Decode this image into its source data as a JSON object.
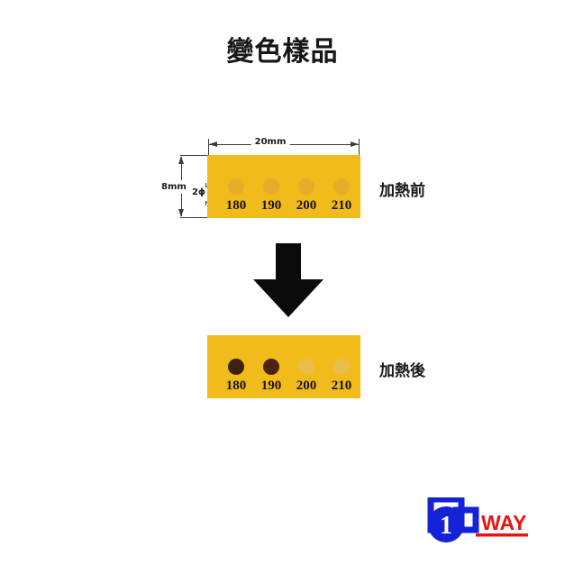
{
  "page": {
    "title": "變色樣品",
    "background_color": "#ffffff"
  },
  "colors": {
    "label_yellow": "#f0bb1b",
    "dot_unreacted": "#e3ad2a",
    "dot_reacted_dark": "#3d2010",
    "dot_reacted_dark2": "#4a2410",
    "dot_pale": "#e8be4a",
    "text_dark": "#161616",
    "dimension_line": "#3c3c3c",
    "logo_blue": "#1422d8",
    "logo_red": "#ee1111"
  },
  "dimensions": {
    "width_label": "20mm",
    "height_label": "8mm",
    "diameter_label": "2ϕ"
  },
  "strips": [
    {
      "id": "before",
      "caption": "加熱前",
      "dots": [
        {
          "temp": "180",
          "color": "#e3ad2a",
          "reacted": false
        },
        {
          "temp": "190",
          "color": "#e3ad2a",
          "reacted": false
        },
        {
          "temp": "200",
          "color": "#e3ad2a",
          "reacted": false
        },
        {
          "temp": "210",
          "color": "#e3ad2a",
          "reacted": false
        }
      ]
    },
    {
      "id": "after",
      "caption": "加熱後",
      "dots": [
        {
          "temp": "180",
          "color": "#3d2010",
          "reacted": true
        },
        {
          "temp": "190",
          "color": "#4a2410",
          "reacted": true
        },
        {
          "temp": "200",
          "color": "#e8be4a",
          "reacted": false
        },
        {
          "temp": "210",
          "color": "#e8be4a",
          "reacted": false
        }
      ]
    }
  ],
  "arrow": {
    "direction": "down",
    "color": "#0a0a0a"
  },
  "logo": {
    "numeral": "1",
    "word": "WAY"
  }
}
